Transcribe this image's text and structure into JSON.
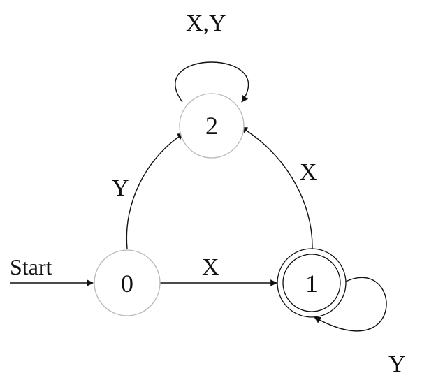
{
  "diagram": {
    "start_label": "Start",
    "states": [
      {
        "id": "0",
        "label": "0",
        "accepting": false,
        "start": true
      },
      {
        "id": "1",
        "label": "1",
        "accepting": true,
        "start": false
      },
      {
        "id": "2",
        "label": "2",
        "accepting": false,
        "start": false
      }
    ],
    "transitions": [
      {
        "from": "0",
        "to": "1",
        "label": "X"
      },
      {
        "from": "0",
        "to": "2",
        "label": "Y"
      },
      {
        "from": "1",
        "to": "2",
        "label": "X"
      },
      {
        "from": "2",
        "to": "2",
        "label": "X,Y"
      },
      {
        "from": "1",
        "to": "1",
        "label": "Y"
      }
    ],
    "colors": {
      "stroke": "#111111",
      "state_outline": "#b8b8b8",
      "background": "#ffffff"
    }
  }
}
